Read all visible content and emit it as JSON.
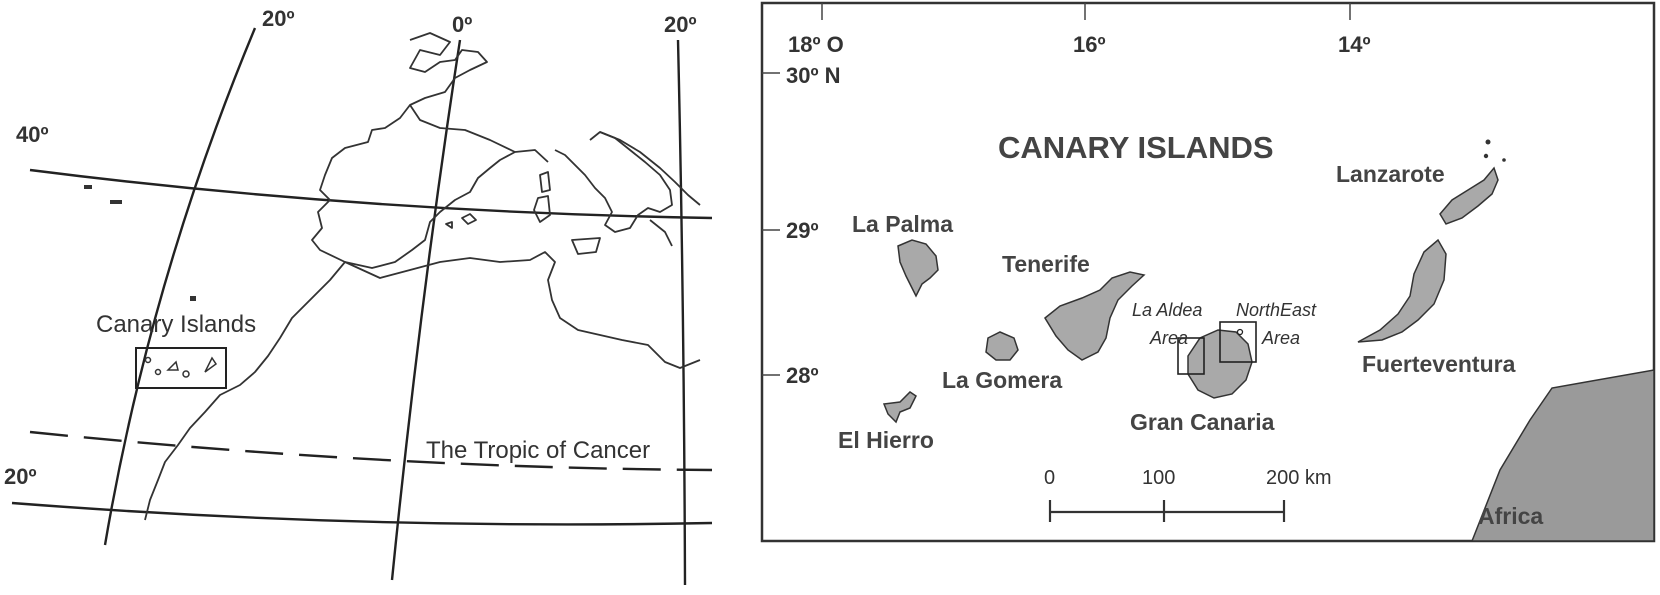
{
  "overview_map": {
    "graticule_labels": {
      "lon_west_20": "20º",
      "lon_0": "0º",
      "lon_east_20": "20º",
      "lat_40": "40º",
      "lat_20": "20º"
    },
    "canary_islands_label": "Canary Islands",
    "tropic_label": "The Tropic of Cancer"
  },
  "detail_map": {
    "title": "CANARY ISLANDS",
    "longitude_labels": [
      "18º O",
      "16º",
      "14º"
    ],
    "latitude_labels": [
      "30º N",
      "29º",
      "28º"
    ],
    "islands": {
      "la_palma": "La Palma",
      "tenerife": "Tenerife",
      "la_gomera": "La Gomera",
      "el_hierro": "El Hierro",
      "gran_canaria": "Gran Canaria",
      "lanzarote": "Lanzarote",
      "fuerteventura": "Fuerteventura"
    },
    "study_areas": {
      "la_aldea_line1": "La Aldea",
      "la_aldea_line2": "Area",
      "northeast_line1": "NorthEast",
      "northeast_line2": "Area"
    },
    "continent_label": "Africa",
    "scale_bar": {
      "ticks": [
        "0",
        "100",
        "200 km"
      ]
    }
  },
  "colors": {
    "land_fill": "#a9a9a9",
    "outline": "#333333",
    "background": "#ffffff"
  }
}
